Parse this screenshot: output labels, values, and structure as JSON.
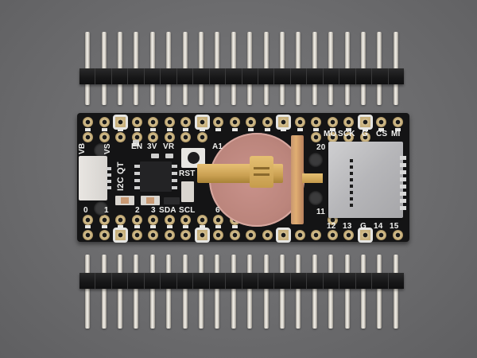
{
  "scene": {
    "description": "Product photo of a black PCB breakout board with two unsoldered 20-pin male headers, a coin-cell holder and a microSD card slot on a grey background",
    "colors": {
      "background": "#6f6f71",
      "board": "#141415",
      "pad_gold": "#c8b07c",
      "silkscreen": "#f0f0ee",
      "coin_holder": "#bb857c",
      "sd_slot": "#b6b6b9"
    }
  },
  "headers": {
    "top": {
      "pin_count": 20
    },
    "bottom": {
      "pin_count": 20
    }
  },
  "board": {
    "top_labels": {
      "vb": "VB",
      "vs": "VS",
      "i2c_qt": "I2C QT",
      "en": "EN",
      "v3": "3V",
      "vr": "VR",
      "a1": "A1",
      "rst": "RST",
      "p20": "20",
      "mo": "MO",
      "sck": "SCK",
      "g": "G",
      "cs": "CS",
      "mi": "MI"
    },
    "bottom_labels": {
      "p0": "0",
      "p1": "1",
      "p2": "2",
      "p3": "3",
      "sda": "SDA",
      "scl": "SCL",
      "p6": "6",
      "p11": "11",
      "p12": "12",
      "p13": "13",
      "g": "G",
      "p14": "14",
      "p15": "15"
    },
    "square_pad_indices": [
      2,
      7,
      12,
      17
    ]
  }
}
